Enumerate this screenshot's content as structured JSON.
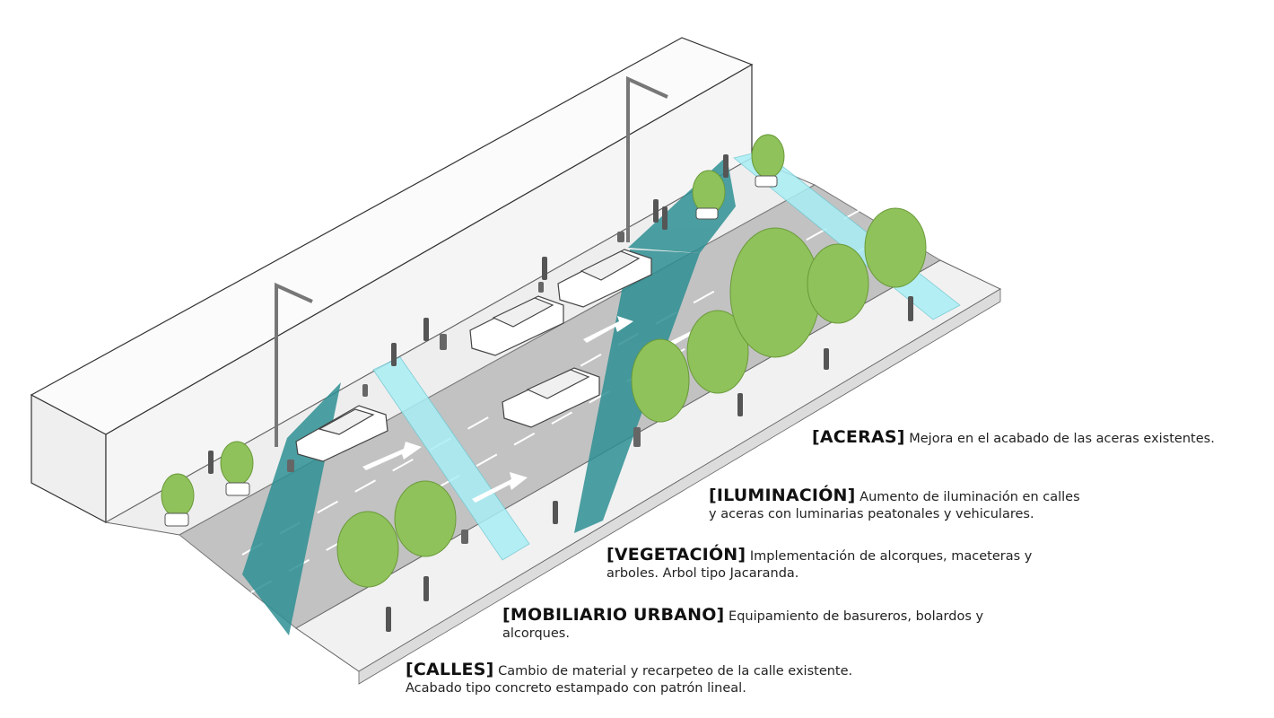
{
  "notes": [
    {
      "id": "aceras",
      "tag": "[ACERAS]",
      "lines": [
        "Mejora en el acabado de las aceras existentes."
      ]
    },
    {
      "id": "iluminacion",
      "tag": "[ILUMINACIÓN]",
      "lines": [
        "Aumento de iluminación en calles",
        "y aceras con luminarias  peatonales y vehiculares."
      ]
    },
    {
      "id": "vegetacion",
      "tag": "[VEGETACIÓN]",
      "lines": [
        "Implementación de alcorques, maceteras  y",
        "arboles. Arbol tipo Jacaranda."
      ]
    },
    {
      "id": "mobiliario",
      "tag": "[MOBILIARIO URBANO]",
      "lines": [
        "Equipamiento de basureros, bolardos y",
        "alcorques."
      ]
    },
    {
      "id": "calles",
      "tag": "[CALLES]",
      "lines": [
        "Cambio de material y recarpeteo de la calle existente.",
        "Acabado tipo concreto estampado con patrón lineal."
      ]
    }
  ],
  "colors": {
    "road": "#bdbdbd",
    "sidewalk": "#efefef",
    "building": "#f7f7f7",
    "teal_band": "#2e8f93",
    "crosswalk": "#a9eef5",
    "tree": "#8fc25a",
    "car": "#ffffff"
  }
}
